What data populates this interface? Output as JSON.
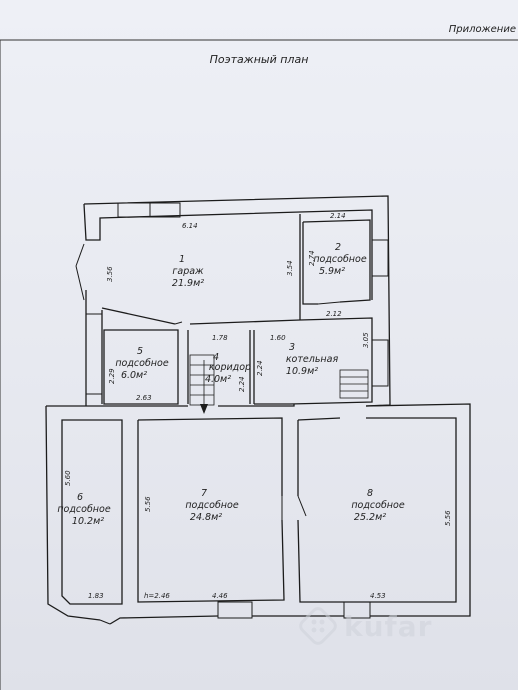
{
  "header": {
    "appendix": "Приложение",
    "title": "Поэтажный план"
  },
  "rooms": [
    {
      "num": "1",
      "name": "гараж",
      "area": "21.9м²"
    },
    {
      "num": "2",
      "name": "подсобное",
      "area": "5.9м²"
    },
    {
      "num": "3",
      "name": "котельная",
      "area": "10.9м²"
    },
    {
      "num": "4",
      "name": "коридор",
      "area": "4.0м²"
    },
    {
      "num": "5",
      "name": "подсобное",
      "area": "6.0м²"
    },
    {
      "num": "6",
      "name": "подсобное",
      "area": "10.2м²"
    },
    {
      "num": "7",
      "name": "подсобное",
      "area": "24.8м²"
    },
    {
      "num": "8",
      "name": "подсобное",
      "area": "25.2м²"
    }
  ],
  "dimensions": {
    "garage_width": "6.14",
    "garage_left": "3.56",
    "garage_right": "3.54",
    "r2_width": "2.14",
    "r2_height": "2.74",
    "r3_top": "2.12",
    "r3_right": "3.05",
    "r3_left": "2.24",
    "corr_top": "1.78",
    "corr_left": "2.24",
    "r5_width": "2.63",
    "r5_height": "2.29",
    "r3_topleft": "1.60",
    "r6_height": "5.60",
    "r6_width": "1.83",
    "r7_height": "5.56",
    "r7_width": "4.46",
    "r7_ceiling": "h=2.46",
    "r8_height": "5.56",
    "r8_width": "4.53"
  },
  "watermark": "kufar"
}
